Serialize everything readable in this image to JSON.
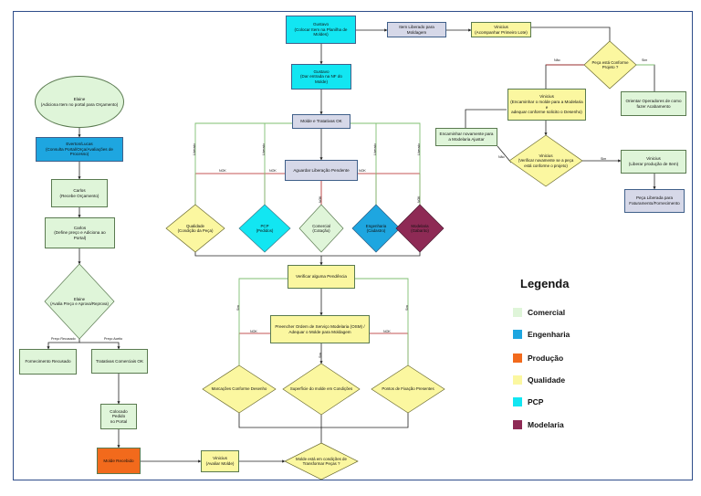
{
  "nodes": {
    "gustavo_planilha": "Gustavo\n(Colocar Item na Planilha de Moldes)",
    "item_liberado": "Item Liberado para Moldagem",
    "vinicius_acompanhar": "Vinicius\n(Acompanhar Primeiro Lote)",
    "peca_conforme_projeto": "Peça está Conforme\nProjeto ?",
    "gustavo_nf": "Gustavo\n(Dar entrada na NF do Molde)",
    "molde_tratativas": "Molde e Tratativas OK",
    "vinicius_encaminhar": "Vinicius\n(Encaminhar o molde para a Modelaria e\nadequar conforme solicito o Desenho)",
    "orientar_operadores": "Orientar Operadores  de como\nfazer Acabamento",
    "encaminhar_novamente": "Encaminhar novamente para\na Modelaria Ajustar",
    "vinicius_verificar": "Vinicius\n(Verificar novamente se a peça\nestá conforme o projeto)",
    "vinicius_liberar": "Vinicius\n(Liberar produção de Item)",
    "peca_liberada": "Peça Liberada para\nFaturamento/Fornecimento",
    "aguardar_liberacao": "Aguardar Liberação Pendente",
    "qualidade": "Qualidade\n(Condição da Peça)",
    "pcp": "PCP\n(Pedidos)",
    "comercial": "Comercial\n(Cotação)",
    "engenharia": "Engenharia\n(Cadastro)",
    "modelaria": "Modelaria\n(Gabarito)",
    "elaine_adiciona": "Elaine\n(Adiciona Item no portal para Orçamento)",
    "everton_lucas": "Everton/Lucas\n(Consulta Portal/Orça/Avaliações de Processo)",
    "carlos_recebe": "Carlos\n(Recebe Orçamento)",
    "carlos_define": "Carlos\n(Define preço e Adiciona ao Portal)",
    "elaine_avalia": "Elaine\n(Avalia Preço e Aprova/Reprova)",
    "fornecimento_recusado": "Fornecimento Recusado",
    "tratativas_comerciais": "Tratativas Comerciais OK",
    "colocado_pedido": "Colocado Pedido\nno Portal",
    "molde_recebido": "Molde Recebido",
    "vinicius_avaliar": "Vinicius\n(Avaliar Molde)",
    "molde_condicoes": "Molde está em condições de\nTransformar Peças ?",
    "verificar_pendencia": "Verificar alguma Pendência",
    "preencher_osm": "Preencher Ordem de Serviço Modelaria (OSM) /\nAdequar o Molde para Moldagem",
    "marcacoes": "Marcações Conforme Desenho",
    "superficie": "Superfície do molde em Condições",
    "pontos_fixacao": "Pontos de Fixação Presentes"
  },
  "edge_labels": {
    "nao": "Não",
    "sim": "Sim",
    "nok": "NOK",
    "preco_recusado": "Preço Recusado",
    "preco_aceito": "Preço Aceito",
    "liberado": "Liberado"
  },
  "legend": {
    "title": "Legenda",
    "items": [
      {
        "label": "Comercial",
        "color": "#dff5d9"
      },
      {
        "label": "Engenharia",
        "color": "#1ea6e0"
      },
      {
        "label": "Produção",
        "color": "#f26a1c"
      },
      {
        "label": "Qualidade",
        "color": "#fbf7a0"
      },
      {
        "label": "PCP",
        "color": "#12e6f2"
      },
      {
        "label": "Modelaria",
        "color": "#8e2a55"
      }
    ]
  },
  "colors": {
    "comercial": "#dff5d9",
    "engenharia": "#1ea6e0",
    "producao": "#f26a1c",
    "qualidade": "#fbf7a0",
    "pcp": "#12e6f2",
    "modelaria": "#8e2a55",
    "neutral": "#d6d8e8",
    "border": "#2e4d8a",
    "line_red": "#b01e1e",
    "line_green": "#7fbf72",
    "line_black": "#222222"
  }
}
